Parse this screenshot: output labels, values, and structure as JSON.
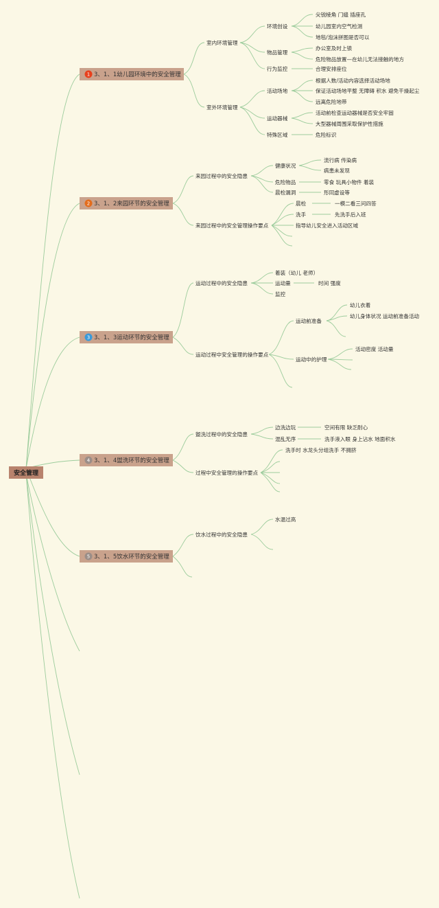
{
  "root": "安全管理",
  "categories": [
    {
      "badge": "1",
      "badge_color": "#e8401c",
      "label": "3、1、1幼儿园环境中的安全管理"
    },
    {
      "badge": "2",
      "badge_color": "#e36c1c",
      "label": "3、1、2来园环节的安全管理"
    },
    {
      "badge": "3",
      "badge_color": "#3a9ad9",
      "label": "3、1、3运动环节的安全管理"
    },
    {
      "badge": "4",
      "badge_color": "#9b8e88",
      "label": "3、1、4盥洗环节的安全管理"
    },
    {
      "badge": "5",
      "badge_color": "#9b8e88",
      "label": "3、1、5饮水环节的安全管理"
    }
  ],
  "nodes": {
    "c1_indoor": "室内环境管理",
    "c1_env": "环境创设",
    "c1_env_1": "尖锐棱角 门缝 插座孔",
    "c1_env_2": "幼儿园室内空气检测",
    "c1_env_3": "地毯/泡沫拼图是否可以",
    "c1_goods": "物品管理",
    "c1_goods_1": "办公室及时上锁",
    "c1_goods_2": "危险物品放置—在幼儿无法接触的地方",
    "c1_behav": "行为监控",
    "c1_behav_1": "合理安排座位",
    "c1_outdoor": "室外环境管理",
    "c1_field": "活动场地",
    "c1_field_1": "根据人数/活动内容选择活动场地",
    "c1_field_2": "保证活动场地平整 无障碍 积水 避免干燥起尘",
    "c1_field_3": "远离危险地带",
    "c1_equip": "运动器械",
    "c1_equip_1": "活动前检查运动器械是否安全牢固",
    "c1_equip_2": "大型器械周围采取保护性措施",
    "c1_special": "特殊区域",
    "c1_special_1": "危险标识",
    "c2_risk": "来园过程中的安全隐患",
    "c2_health": "健康状况",
    "c2_health_1": "流行病 传染病",
    "c2_health_2": "病患未发现",
    "c2_danger": "危险物品",
    "c2_danger_1": "零食 玩具小物件 着装",
    "c2_check": "晨检漏洞",
    "c2_check_1": "形同虚设等",
    "c2_ops": "来园过程中的安全管理操作要点",
    "c2_morning": "晨检",
    "c2_morning_1": "一模二看三问四答",
    "c2_wash": "洗手",
    "c2_wash_1": "先洗手后入班",
    "c2_guide": "指导幼儿安全进入活动区域",
    "c3_risk": "运动过程中的安全隐患",
    "c3_dress": "着装（幼儿 老师）",
    "c3_amount": "运动量",
    "c3_amount_1": "时间 强度",
    "c3_watch": "监控",
    "c3_ops": "运动过程中安全管理的操作要点",
    "c3_prep": "运动前准备",
    "c3_prep_1": "幼儿衣着",
    "c3_prep_2": "幼儿身体状况 运动前准备活动",
    "c3_care": "运动中的护理",
    "c3_care_1": "活动密度 活动量",
    "c4_risk": "盥洗过程中的安全隐患",
    "c4_play": "边洗边玩",
    "c4_play_1": "空间有限 缺乏耐心",
    "c4_chaos": "混乱无序",
    "c4_chaos_1": "洗手液入眼 身上沾水 地面积水",
    "c4_ops": "过程中安全管理的操作要点",
    "c4_ops_1": "洗手时 水龙头分组洗手 不拥挤",
    "c5_risk": "饮水过程中的安全隐患",
    "c5_hot": "水温过高"
  }
}
